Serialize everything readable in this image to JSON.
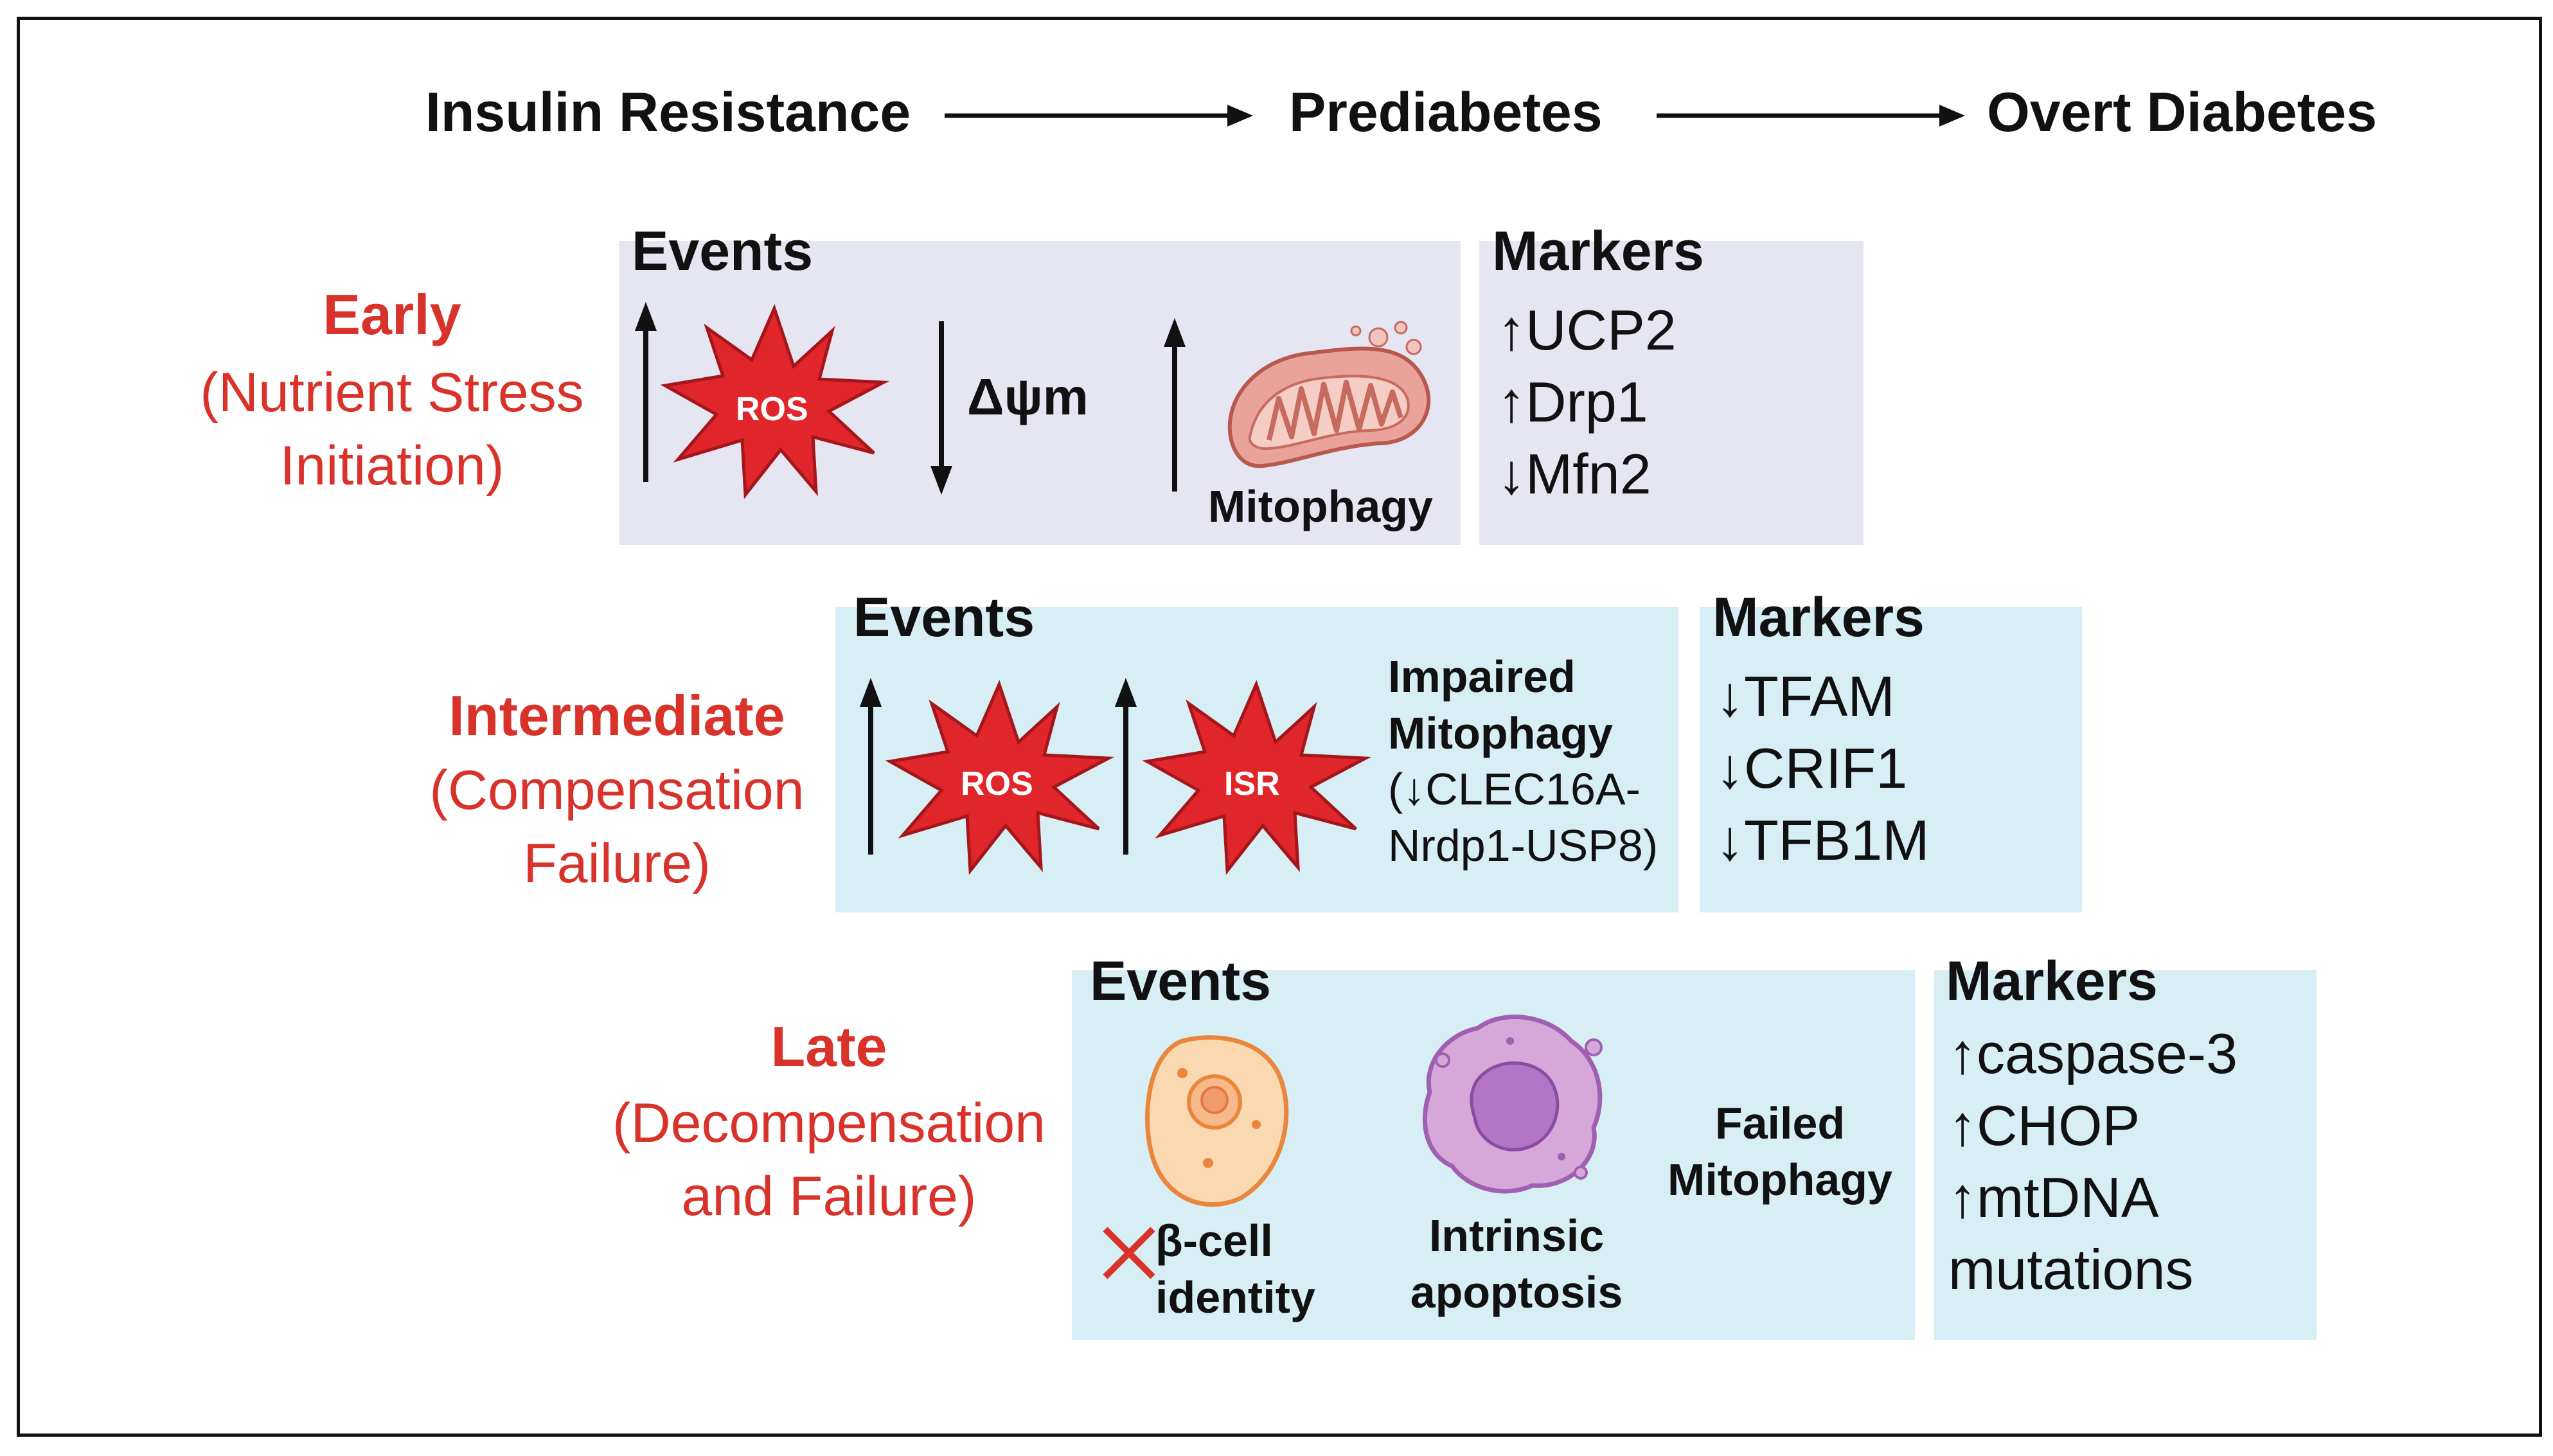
{
  "timeline": {
    "stage1": "Insulin Resistance",
    "stage2": "Prediabetes",
    "stage3": "Overt Diabetes"
  },
  "early": {
    "title": "Early",
    "subtitle_line1": "(Nutrient Stress",
    "subtitle_line2": "Initiation)",
    "events_title": "Events",
    "ros_label": "ROS",
    "dpsi_label": "Δψm",
    "mitophagy_label": "Mitophagy",
    "markers_title": "Markers",
    "markers": [
      "↑UCP2",
      "↑Drp1",
      "↓Mfn2"
    ]
  },
  "intermediate": {
    "title": "Intermediate",
    "subtitle_line1": "(Compensation",
    "subtitle_line2": "Failure)",
    "events_title": "Events",
    "ros_label": "ROS",
    "isr_label": "ISR",
    "impaired_line1": "Impaired",
    "impaired_line2": "Mitophagy",
    "impaired_line3": "(↓CLEC16A-",
    "impaired_line4": "Nrdp1-USP8)",
    "markers_title": "Markers",
    "markers": [
      "↓TFAM",
      "↓CRIF1",
      "↓TFB1M"
    ]
  },
  "late": {
    "title": "Late",
    "subtitle_line1": "(Decompensation",
    "subtitle_line2": "and Failure)",
    "events_title": "Events",
    "identity_line1": "β-cell",
    "identity_line2": "identity",
    "apoptosis_line1": "Intrinsic",
    "apoptosis_line2": "apoptosis",
    "failed_line1": "Failed",
    "failed_line2": "Mitophagy",
    "markers_title": "Markers",
    "markers": [
      "↑caspase-3",
      "↑CHOP",
      "↑mtDNA",
      "mutations"
    ]
  },
  "colors": {
    "stage_red": "#d8322a",
    "early_box": "#e6e5f2",
    "blue_box": "#d6eef4",
    "burst_red": "#e0262b"
  }
}
